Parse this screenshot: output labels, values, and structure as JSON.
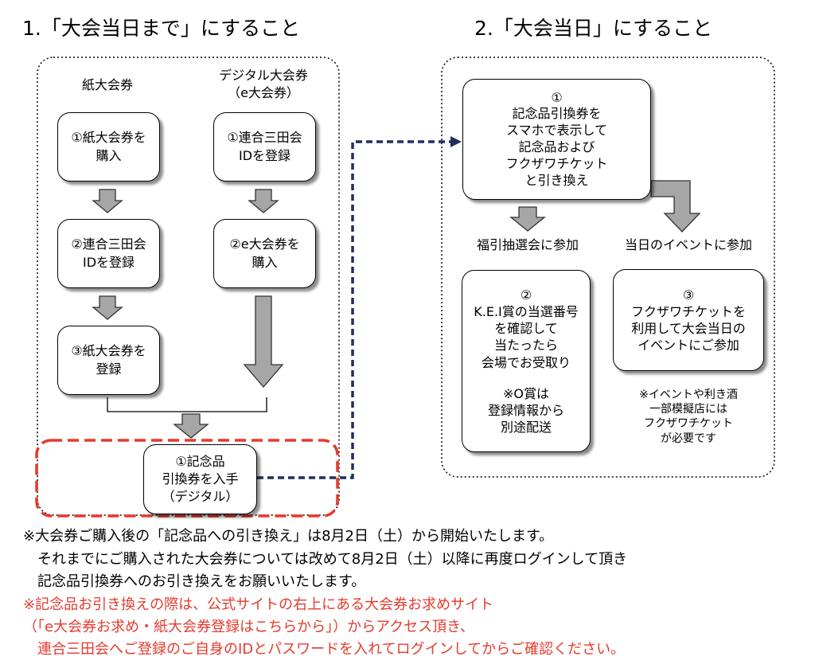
{
  "headings": {
    "before": "1.「大会当日まで」にすること",
    "day": "2.「大会当日」にすること"
  },
  "columns": {
    "paper": "紙大会券",
    "digital_1": "デジタル大会券",
    "digital_2": "（e大会券）"
  },
  "paper_steps": [
    [
      "①紙大会券を",
      "購入"
    ],
    [
      "②連合三田会",
      "IDを登録"
    ],
    [
      "③紙大会券を",
      "登録"
    ]
  ],
  "digital_steps": [
    [
      "①連合三田会",
      "IDを登録"
    ],
    [
      "②e大会券を",
      "購入"
    ]
  ],
  "goal": [
    "①記念品",
    "引換券を入手",
    "（デジタル）"
  ],
  "day_main": [
    "①",
    "記念品引換券を",
    "スマホで表示して",
    "記念品および",
    "フクザワチケット",
    "と引き換え"
  ],
  "branch_labels": {
    "lottery": "福引抽選会に参加",
    "event": "当日のイベントに参加"
  },
  "lottery_box": [
    "②",
    "K.E.I賞の当選番号",
    "を確認して",
    "当たったら",
    "会場でお受取り",
    "",
    "※O賞は",
    "登録情報から",
    "別途配送"
  ],
  "event_box": [
    "③",
    "フクザワチケットを",
    "利用して大会当日の",
    "イベントにご参加"
  ],
  "event_note": [
    "※イベントや利き酒",
    "一部模擬店には",
    "フクザワチケット",
    "が必要です"
  ],
  "footer": {
    "black": [
      "※大会券ご購入後の「記念品への引き換え」は8月2日（土）から開始いたします。",
      "　それまでにご購入された大会券については改めて8月2日（土）以降に再度ログインして頂き",
      "　記念品引換券へのお引き換えをお願いいたします。"
    ],
    "red": [
      "※記念品お引き換えの際は、公式サイトの右上にある大会券お求めサイト",
      "（「e大会券お求め・紙大会券登録はこちらから」）からアクセス頂き、",
      "　連合三田会へご登録のご自身のIDとパスワードを入れてログインしてからご確認ください。"
    ]
  },
  "colors": {
    "arrow_fill": "#a6a6a6",
    "highlight_dash": "#e53a2d",
    "connector_dash": "#1f2f5c",
    "footer_red": "#e53a2d"
  }
}
